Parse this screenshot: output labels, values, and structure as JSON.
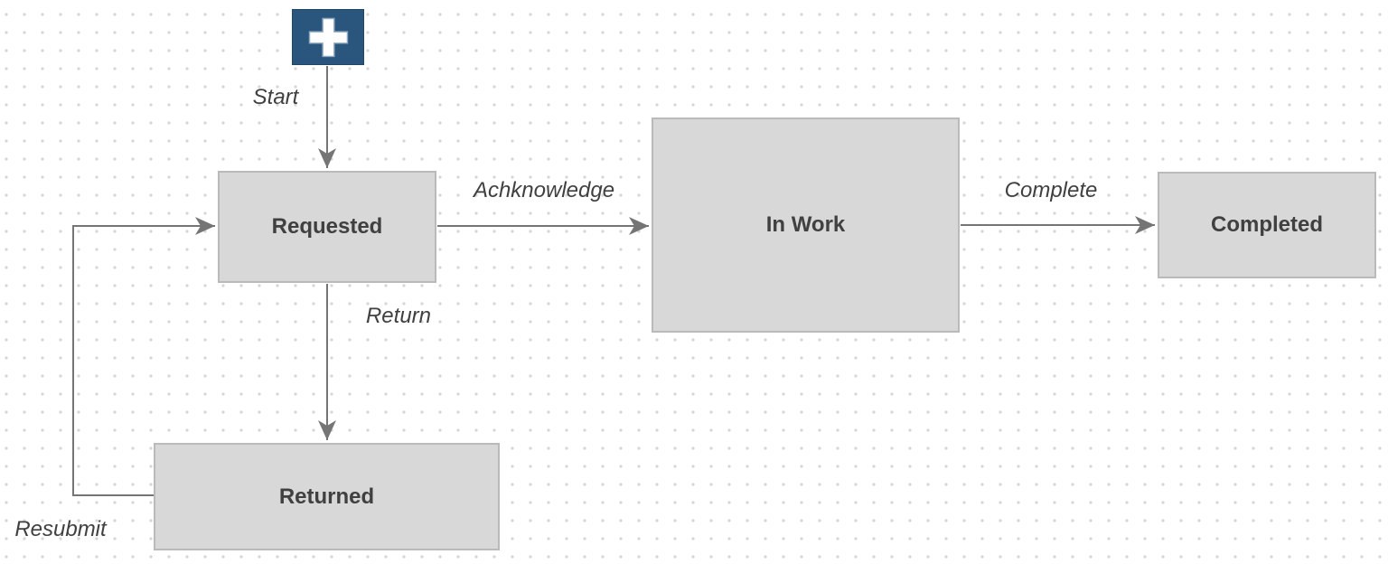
{
  "diagram": {
    "type": "workflow-state-diagram",
    "start_node": {
      "icon": "plus-icon"
    },
    "states": [
      {
        "id": "requested",
        "label": "Requested"
      },
      {
        "id": "in-work",
        "label": "In Work"
      },
      {
        "id": "completed",
        "label": "Completed"
      },
      {
        "id": "returned",
        "label": "Returned"
      }
    ],
    "transitions": [
      {
        "id": "start",
        "label": "Start",
        "from": "start-node",
        "to": "requested"
      },
      {
        "id": "acknowledge",
        "label": "Achknowledge",
        "from": "requested",
        "to": "in-work"
      },
      {
        "id": "complete",
        "label": "Complete",
        "from": "in-work",
        "to": "completed"
      },
      {
        "id": "return",
        "label": "Return",
        "from": "requested",
        "to": "returned"
      },
      {
        "id": "resubmit",
        "label": "Resubmit",
        "from": "returned",
        "to": "requested"
      }
    ],
    "colors": {
      "state_fill": "#d8d8d8",
      "state_border": "#bababa",
      "state_text": "#404040",
      "edge_stroke": "#757575",
      "edge_label_text": "#404040",
      "start_node_fill": "#2a567d",
      "start_node_icon": "#ffffff",
      "grid_dot": "#d6d6d6",
      "background": "#ffffff"
    }
  }
}
